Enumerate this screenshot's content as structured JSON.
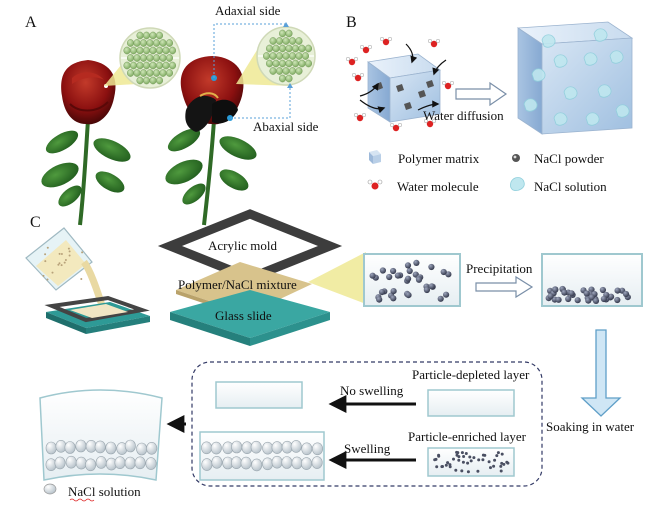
{
  "panels": {
    "a": "A",
    "b": "B",
    "c": "C"
  },
  "panel_a": {
    "adaxial": "Adaxial side",
    "abaxial": "Abaxial side"
  },
  "panel_b": {
    "diffusion": "Water diffusion",
    "legend": {
      "polymer": "Polymer matrix",
      "nacl_powder": "NaCl powder",
      "water": "Water molecule",
      "nacl_solution": "NaCl solution"
    }
  },
  "panel_c": {
    "acrylic_mold": "Acrylic mold",
    "mixture": "Polymer/NaCl mixture",
    "glass_slide": "Glass slide",
    "precipitation": "Precipitation",
    "soaking": "Soaking in water",
    "depleted_layer": "Particle-depleted layer",
    "enriched_layer": "Particle-enriched layer",
    "no_swelling": "No swelling",
    "swelling": "Swelling",
    "nacl_solution": "NaCl solution"
  },
  "colors": {
    "rose_red": "#8b1010",
    "leaf_green": "#2f7a2a",
    "cube_blue": "#b8cfe6",
    "slide_teal": "#2e9a96",
    "mixture_tan": "#d9c48e",
    "particle": "#4a4f62",
    "highlight": "#e9e38a"
  }
}
